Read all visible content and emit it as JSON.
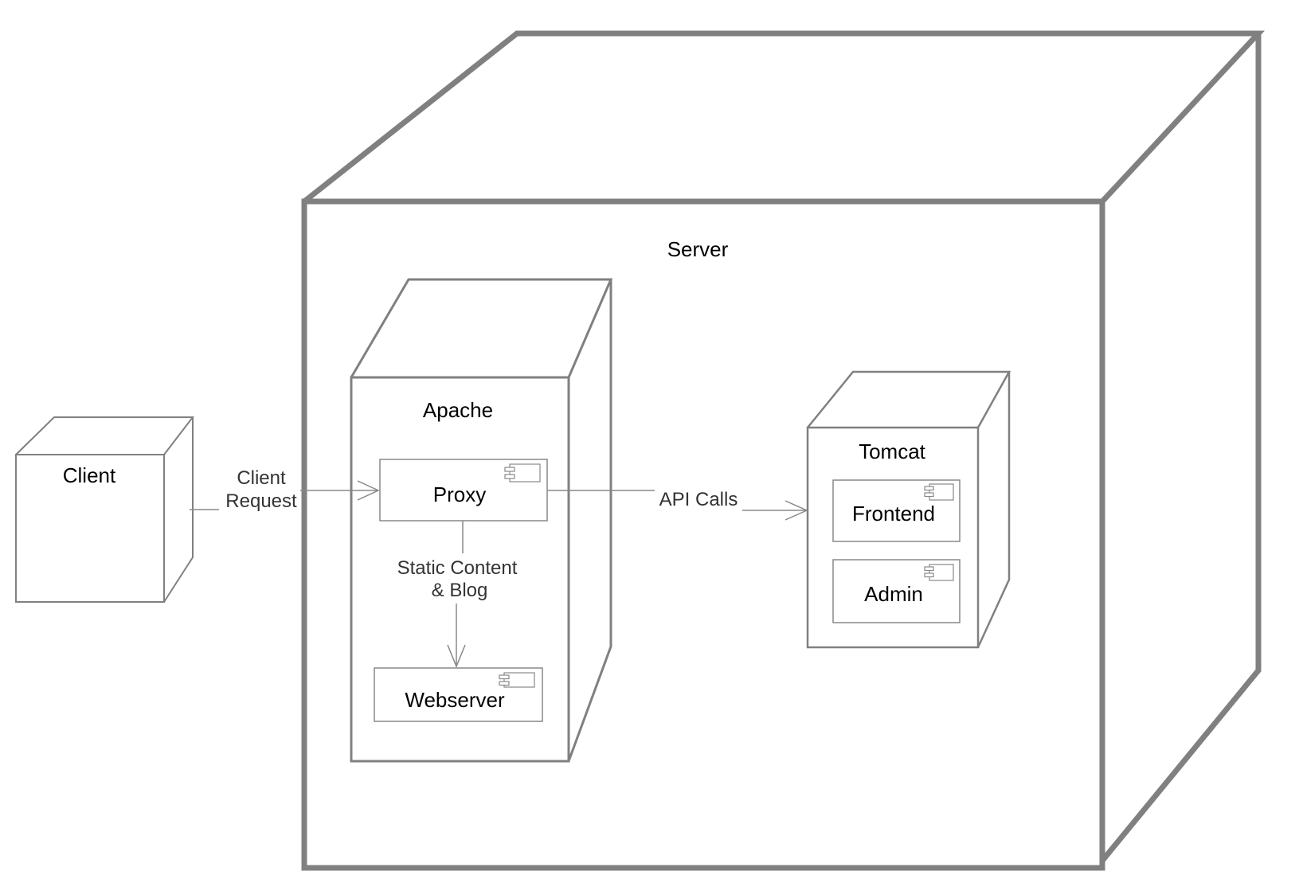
{
  "nodes": {
    "server": {
      "label": "Server"
    },
    "apache": {
      "label": "Apache"
    },
    "tomcat": {
      "label": "Tomcat"
    },
    "client": {
      "label": "Client"
    }
  },
  "components": {
    "proxy": {
      "label": "Proxy"
    },
    "webserver": {
      "label": "Webserver"
    },
    "frontend": {
      "label": "Frontend"
    },
    "admin": {
      "label": "Admin"
    }
  },
  "edges": {
    "client_request": {
      "line1": "Client",
      "line2": "Request"
    },
    "static_content": {
      "line1": "Static Content",
      "line2": "& Blog"
    },
    "api_calls": {
      "label": "API Calls"
    }
  },
  "colors": {
    "stroke": "#808080",
    "thin_stroke": "#888888",
    "text": "#000000",
    "background": "#ffffff"
  }
}
